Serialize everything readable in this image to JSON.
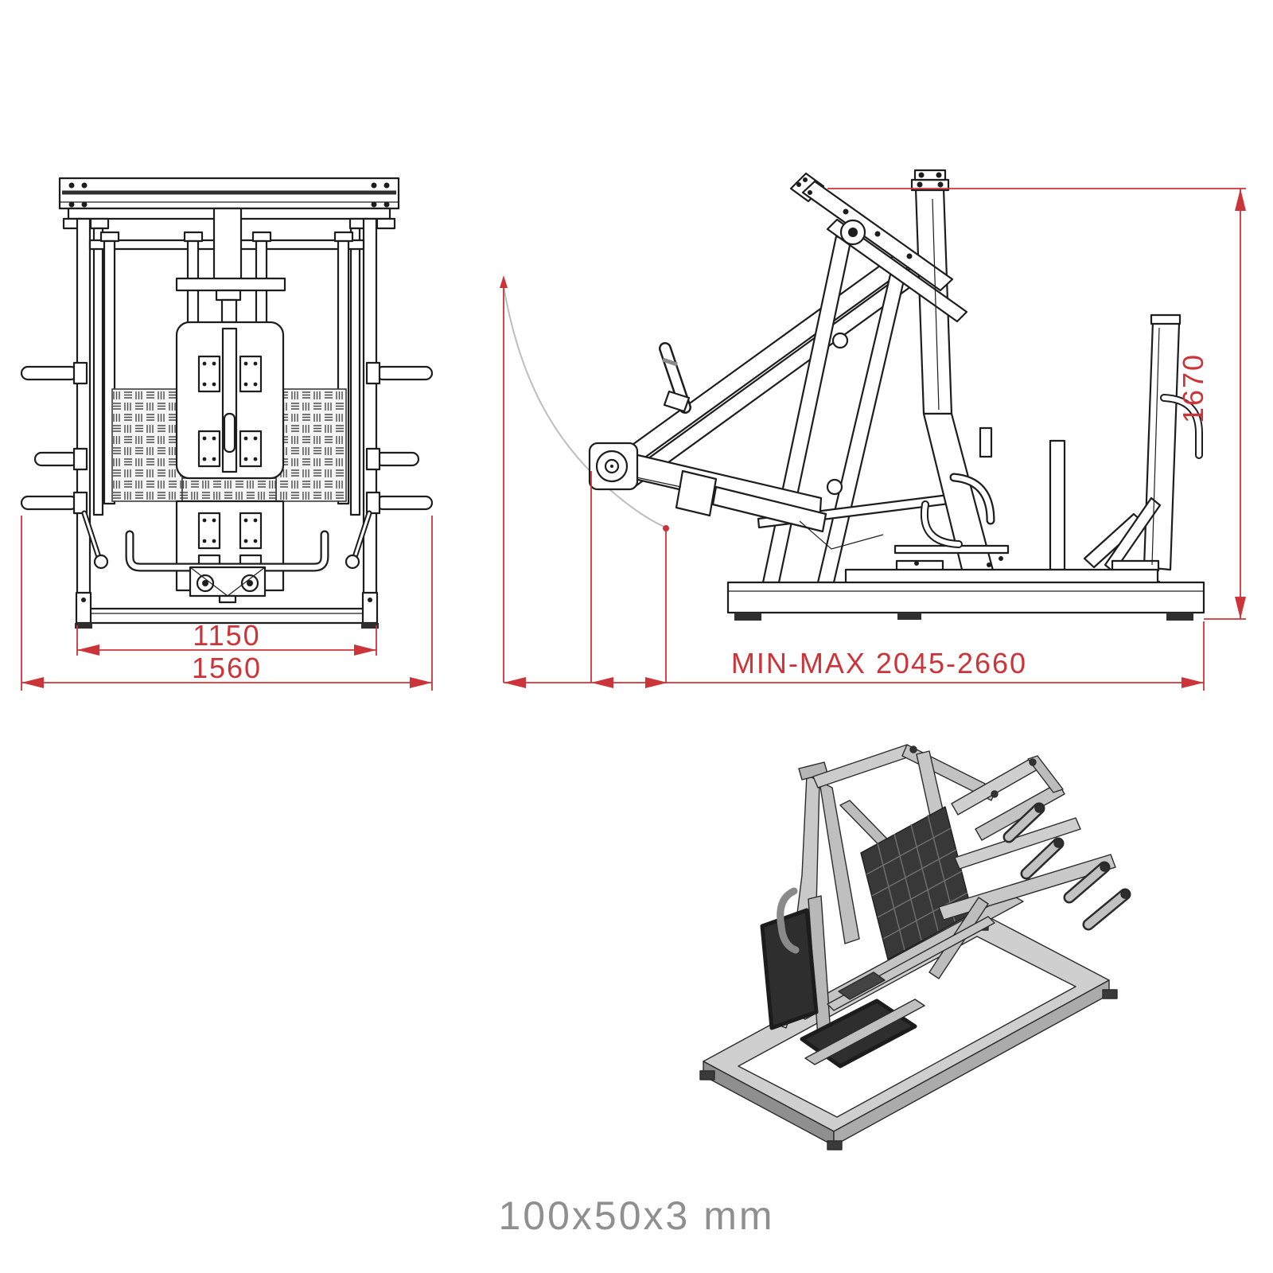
{
  "dimensions": {
    "front_inner_width": "1150",
    "front_outer_width": "1560",
    "side_depth": "MIN-MAX 2045-2660",
    "side_height": "1670"
  },
  "caption": "100x50x3 mm",
  "colors": {
    "dimension_red": "#cb3439",
    "line_black": "#1d1d1d",
    "motion_arc_gray": "#bdbdbd",
    "caption_gray": "#8f8f8f",
    "iso_light_gray": "#c9c9c9",
    "iso_dark": "#2e2e2e"
  }
}
